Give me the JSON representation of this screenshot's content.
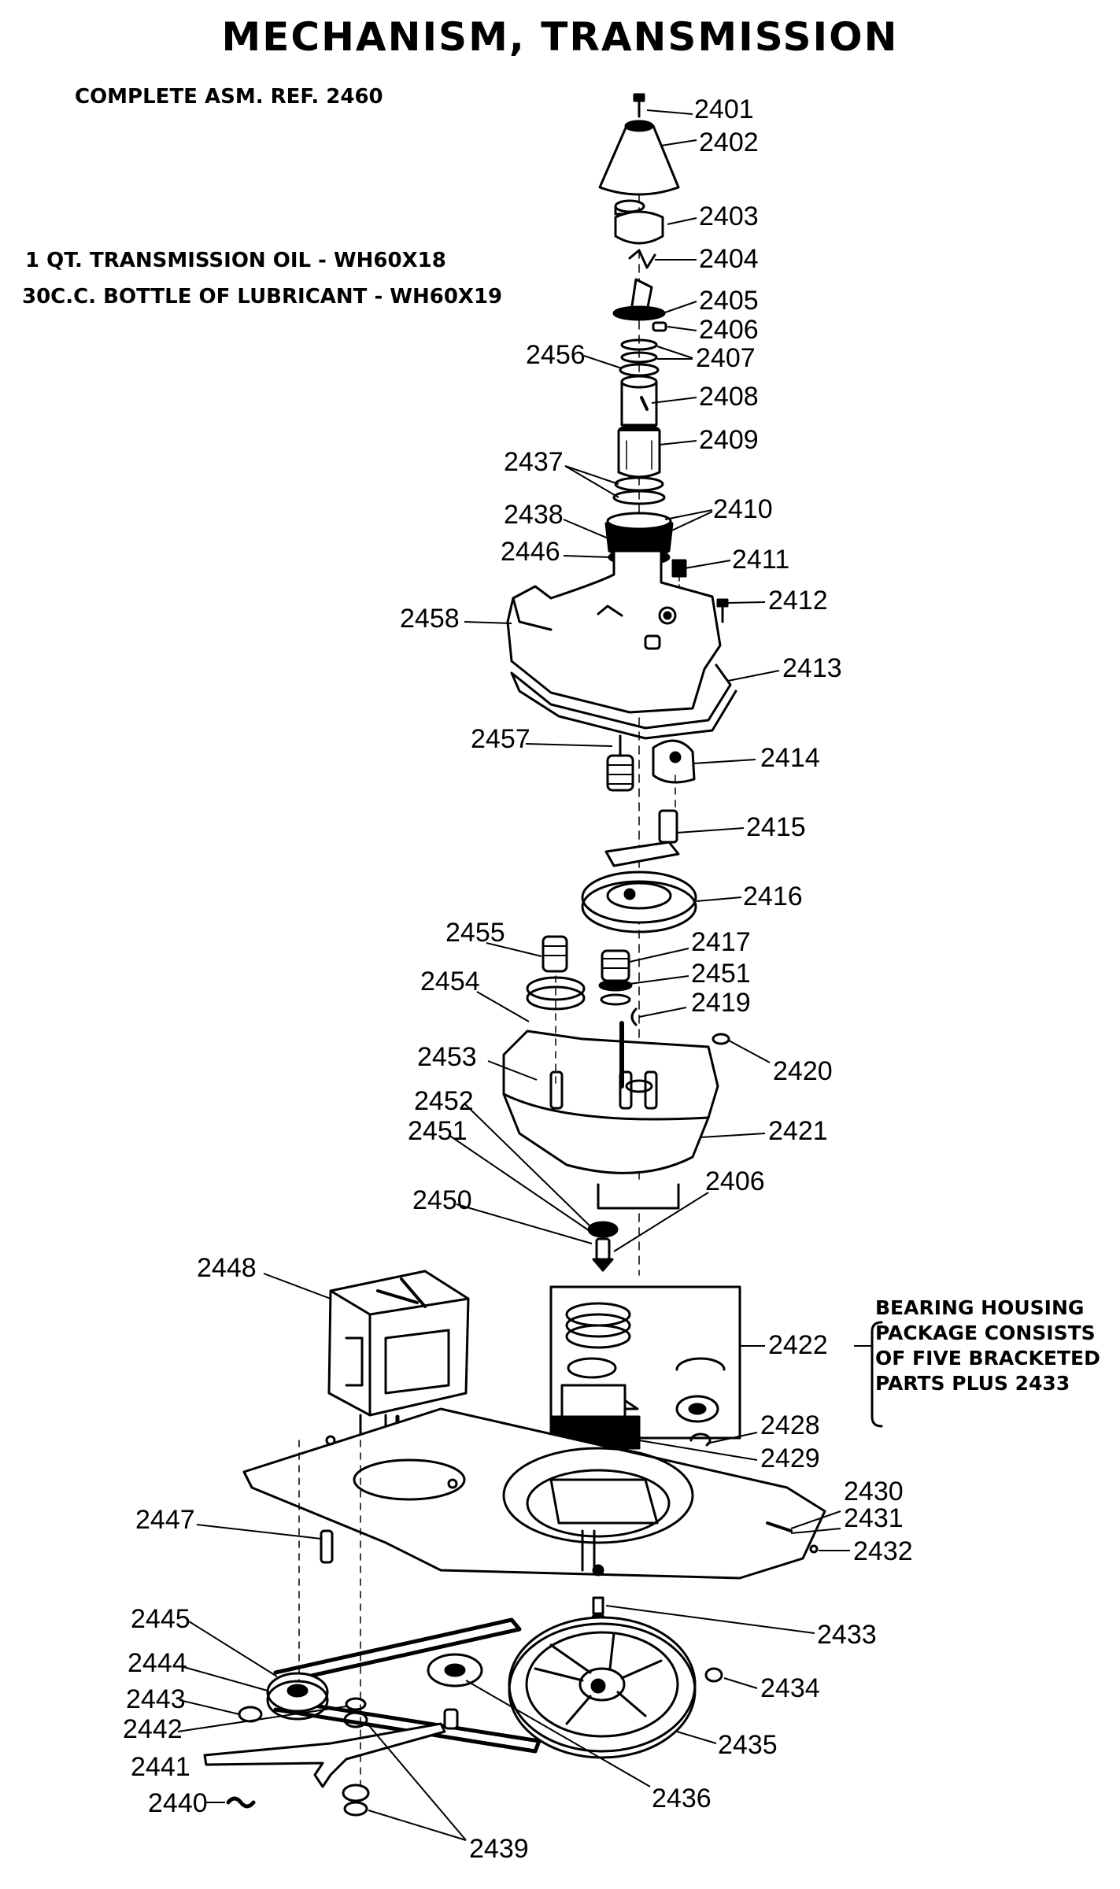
{
  "title": "MECHANISM, TRANSMISSION",
  "notes": {
    "complete_asm": "COMPLETE ASM. REF. 2460",
    "oil": "1 QT. TRANSMISSION OIL - WH60X18",
    "lubricant": "30C.C. BOTTLE OF LUBRICANT - WH60X19"
  },
  "bearing_note": [
    "BEARING HOUSING",
    "PACKAGE CONSISTS",
    "OF FIVE BRACKETED",
    "PARTS PLUS 2433"
  ],
  "part_labels": [
    "2401",
    "2402",
    "2403",
    "2404",
    "2405",
    "2406",
    "2407",
    "2456",
    "2408",
    "2409",
    "2437",
    "2410",
    "2438",
    "2446",
    "2411",
    "2412",
    "2458",
    "2413",
    "2457",
    "2414",
    "2415",
    "2416",
    "2455",
    "2417",
    "2451",
    "2454",
    "2419",
    "2453",
    "2420",
    "2452",
    "2451",
    "2421",
    "2450",
    "2406",
    "2448",
    "2422",
    "2428",
    "2429",
    "2430",
    "2431",
    "2447",
    "2432",
    "2433",
    "2445",
    "2444",
    "2434",
    "2443",
    "2435",
    "2442",
    "2441",
    "2436",
    "2440",
    "2439"
  ]
}
